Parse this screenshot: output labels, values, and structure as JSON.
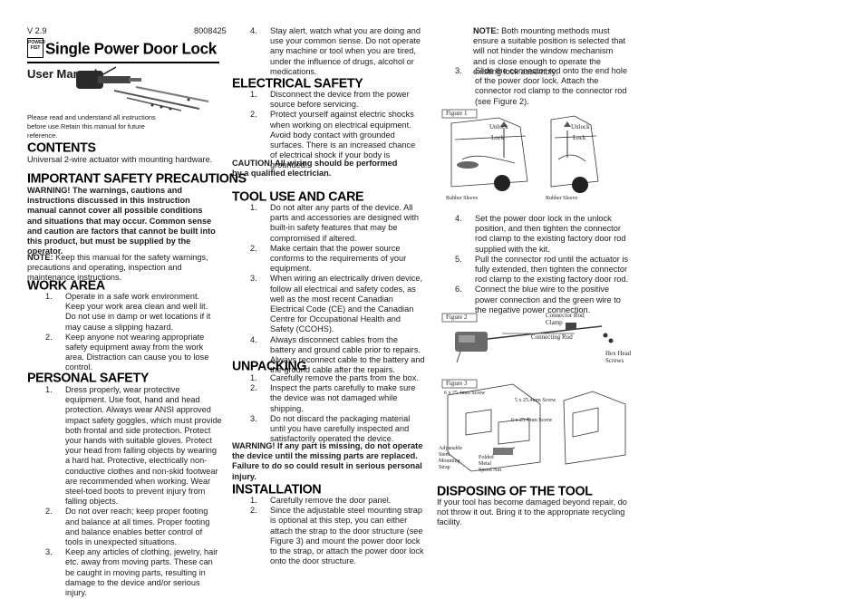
{
  "header": {
    "version": "V 2.9",
    "model": "8008425",
    "brand": "POWER FIST",
    "title": "Single Power Door Lock",
    "subtitle": "User Manual"
  },
  "intro": {
    "read_note": "Please read and understand all instructions before use.Retain this manual for future reference."
  },
  "contents": {
    "heading": "CONTENTS",
    "text": "Universal 2-wire actuator with mounting hardware."
  },
  "safety": {
    "heading": "IMPORTANT SAFETY PRECAUTIONS",
    "warning": "WARNING! The warnings, cautions and instructions discussed in this instruction manual cannot cover all possible conditions and situations that may occur. Common sense and caution are factors that cannot be built into this product, but must be supplied by the operator.",
    "note_label": "NOTE:",
    "note": " Keep this manual for the safety warnings, precautions and operating, inspection and maintenance instructions."
  },
  "work_area": {
    "heading": "WORK AREA",
    "items": [
      {
        "n": "1.",
        "text": "Operate in a safe work environment. Keep your work area clean and well lit. Do not use in damp or wet locations if it may cause a slipping hazard."
      },
      {
        "n": "2.",
        "text": "Keep anyone not wearing appropriate safety equipment away from the work area. Distraction can cause you to lose control."
      }
    ]
  },
  "personal_safety": {
    "heading": "PERSONAL SAFETY",
    "items": [
      {
        "n": "1.",
        "text": "Dress properly, wear protective equipment. Use foot, hand and head protection. Always wear ANSI approved impact safety goggles, which must provide both frontal and side protection. Protect your hands with suitable gloves. Protect your head from falling objects by wearing a hard hat. Protective, electrically non-conductive clothes and non-skid footwear are recommended when working. Wear steel-toed boots to prevent injury from falling objects."
      },
      {
        "n": "2.",
        "text": "Do not over reach; keep proper footing and balance at all times. Proper footing and balance enables better control of tools in unexpected situations."
      },
      {
        "n": "3.",
        "text": "Keep any articles of clothing, jewelry, hair etc. away from moving parts. These can be caught in moving parts, resulting in damage to the device and/or serious injury."
      }
    ]
  },
  "col2_top": {
    "items": [
      {
        "n": "4.",
        "text": "Stay alert, watch what you are doing and use your common sense. Do not operate any machine or tool when you are tired, under the influence of drugs, alcohol or medications."
      }
    ]
  },
  "electrical": {
    "heading": "ELECTRICAL SAFETY",
    "items": [
      {
        "n": "1.",
        "text": "Disconnect the device from the power source before servicing."
      },
      {
        "n": "2.",
        "text": "Protect yourself against electric shocks when working on electrical equipment. Avoid body contact with grounded surfaces. There is an increased chance of electrical shock if your body is grounded."
      }
    ],
    "caution": "CAUTION! All wiring should be performed by a qualified electrician."
  },
  "tool_use": {
    "heading": "TOOL USE AND CARE",
    "items": [
      {
        "n": "1.",
        "text": "Do not alter any parts of the device. All parts and accessories are designed with built-in safety features that may be compromised if altered."
      },
      {
        "n": "2.",
        "text": "Make certain that the power source conforms to the requirements of your equipment."
      },
      {
        "n": "3.",
        "text": "When wiring an electrically driven device, follow all electrical and safety codes, as well as the most recent Canadian Electrical Code (CE) and the Canadian Centre for Occupational Health and Safety (CCOHS)."
      },
      {
        "n": "4.",
        "text": "Always disconnect cables from the battery and ground cable prior to repairs. Always reconnect cable to the battery and the ground cable after the repairs."
      }
    ]
  },
  "unpacking": {
    "heading": "UNPACKING",
    "items": [
      {
        "n": "1.",
        "text": "Carefully remove the parts from the box."
      },
      {
        "n": "2.",
        "text": "Inspect the parts carefully to make sure the device was not damaged while shipping."
      },
      {
        "n": "3.",
        "text": "Do not discard the packaging material until you have carefully inspected and satisfactorily operated the device."
      }
    ],
    "warning": "WARNING! If any part is missing, do not operate the device until the missing parts are replaced. Failure to do so could result in serious personal injury."
  },
  "installation": {
    "heading": "INSTALLATION",
    "items": [
      {
        "n": "1.",
        "text": "Carefully remove the door panel."
      },
      {
        "n": "2.",
        "text": "Since the adjustable steel mounting strap is optional at this step, you can either attach the strap to the door structure (see Figure 3) and mount the power door lock to the strap, or attach the power door lock onto the door structure."
      }
    ]
  },
  "col3": {
    "note_label": "NOTE:",
    "note": " Both mounting methods must ensure a suitable position is selected that will not hinder the window mechanism and is close enough to operate the existing lock assembly.",
    "items_a": [
      {
        "n": "3.",
        "text": "Slide the connector rod onto the end hole of the power door lock. Attach the connector rod clamp to the connector rod (see Figure 2)."
      }
    ],
    "items_b": [
      {
        "n": "4.",
        "text": "Set the power door lock in the unlock position, and then tighten the connector rod clamp to the existing factory door rod supplied with the kit."
      },
      {
        "n": "5.",
        "text": "Pull the connector rod until the actuator is fully extended, then tighten the connector rod clamp to the existing factory door rod."
      },
      {
        "n": "6.",
        "text": "Connect the blue wire to the positive power connection and the green wire to the negative power connection."
      }
    ]
  },
  "figure1": {
    "label": "Figure 1",
    "unlock": "Unlock",
    "lock": "Lock",
    "sleeve_a": "Rubber Sleeve",
    "sleeve_b": "Rubber Sleeve"
  },
  "figure2": {
    "label": "Figure 2",
    "clamp": "Connector Rod Clamp",
    "rod": "Connecting Rod",
    "screws": "Hex Head Screws"
  },
  "figure3": {
    "label": "Figure 3",
    "screw_a": "6 x 25.4mm Screw",
    "screw_b": "5 x 25.4mm Screw",
    "screw_c": "6 x 25.4mm Screw",
    "strap": "Adjustable Steel Mounting Strap",
    "nut": "Folded Metal Speed Nut"
  },
  "disposal": {
    "heading": "DISPOSING OF THE TOOL",
    "text": "If your tool has become damaged beyond repair, do not throw it out. Bring it to the appropriate recycling facility."
  }
}
